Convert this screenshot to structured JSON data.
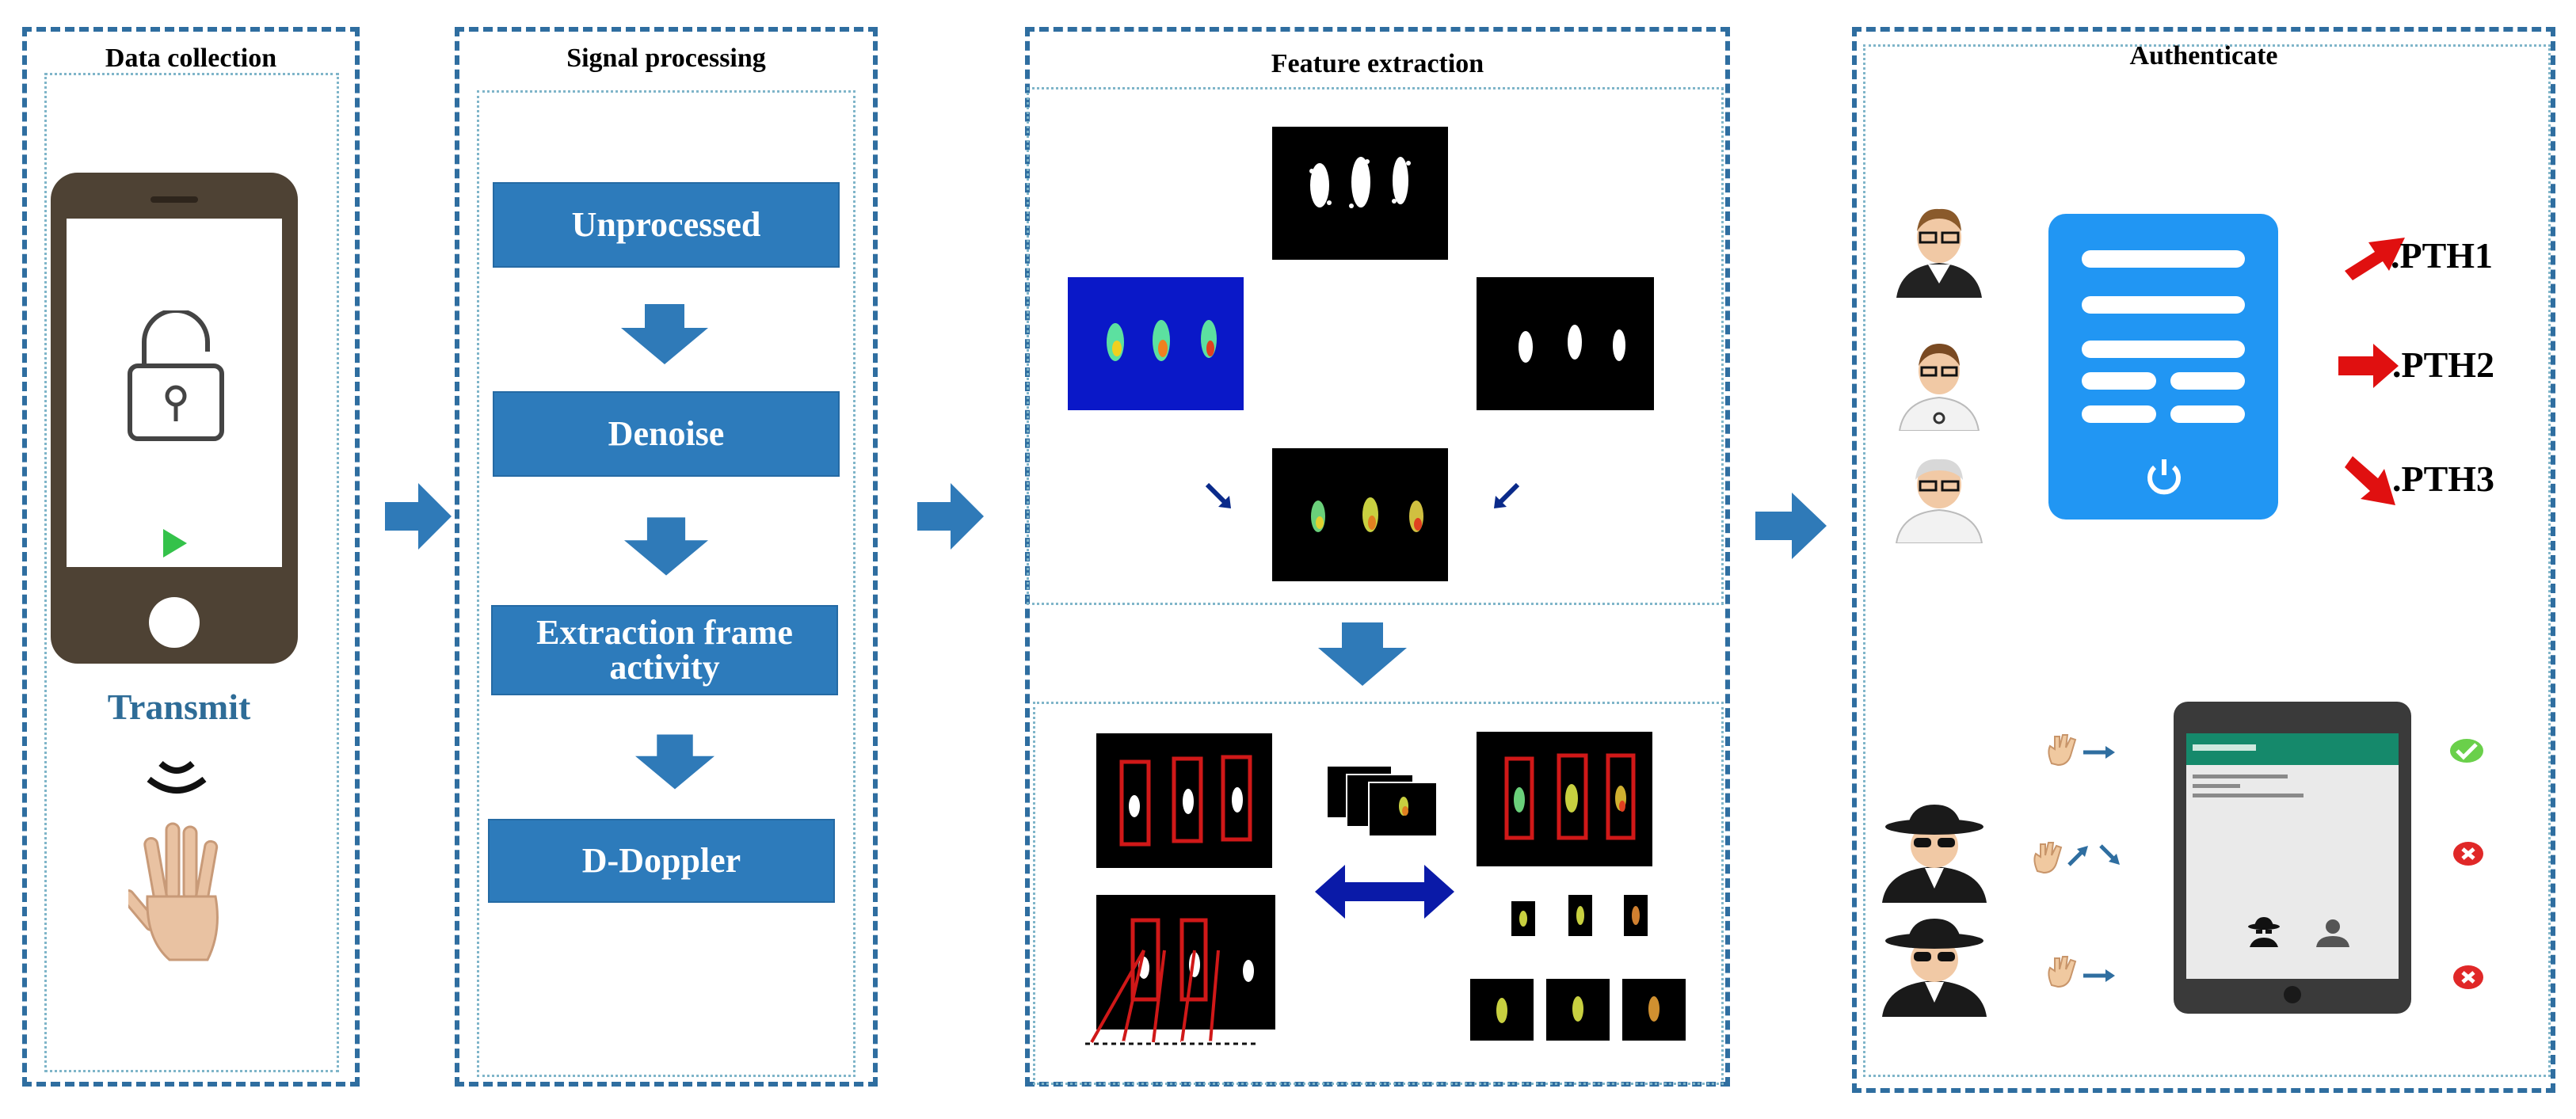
{
  "panels": {
    "data_collection": {
      "title": "Data collection",
      "transmit_label": "Transmit"
    },
    "signal_processing": {
      "title": "Signal processing",
      "steps": [
        "Unprocessed",
        "Denoise",
        "Extraction frame activity",
        "D-Doppler"
      ]
    },
    "feature_extraction": {
      "title": "Feature extraction"
    },
    "authenticate": {
      "title": "Authenticate",
      "outputs": [
        ".PTH1",
        ".PTH2",
        ".PTH3"
      ]
    }
  },
  "colors": {
    "panel_border": "#2f6ea0",
    "step_fill": "#2d7bbb",
    "arrow": "#2f7ab8",
    "red_arrow": "#e01010",
    "app_screen": "#2196f3",
    "thermal_bg": "#0a18c8"
  },
  "icons": [
    "lock-icon",
    "play-icon",
    "wireless-icon",
    "hand-icon",
    "power-icon",
    "check-icon",
    "reject-icon",
    "user-icon",
    "spy-icon"
  ]
}
